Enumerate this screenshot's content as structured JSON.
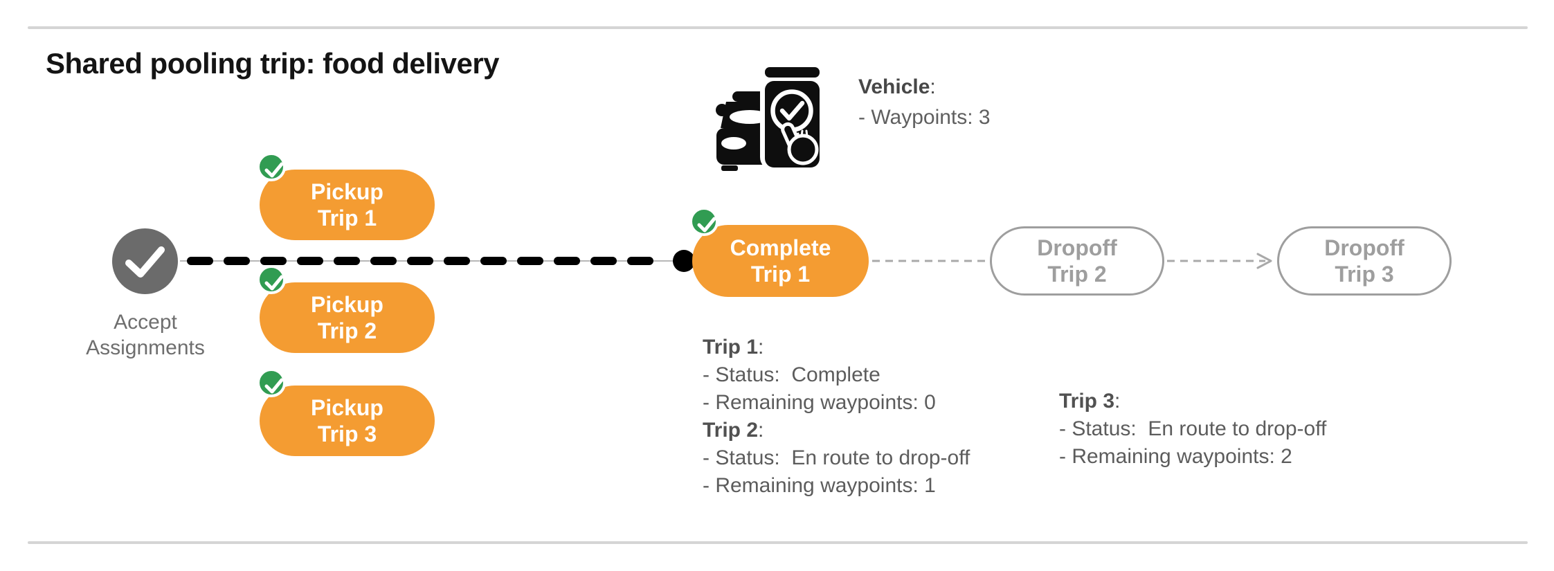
{
  "title": "Shared pooling trip: food delivery",
  "vehicle": {
    "label": "Vehicle",
    "colon": ":",
    "waypoints": "- Waypoints: 3"
  },
  "flow": {
    "start": {
      "line1": "Accept",
      "line2": "Assignments"
    },
    "pickups": [
      {
        "line1": "Pickup",
        "line2": "Trip 1"
      },
      {
        "line1": "Pickup",
        "line2": "Trip 2"
      },
      {
        "line1": "Pickup",
        "line2": "Trip 3"
      }
    ],
    "complete": {
      "line1": "Complete",
      "line2": "Trip 1"
    },
    "dropoffs": [
      {
        "line1": "Dropoff",
        "line2": "Trip 2"
      },
      {
        "line1": "Dropoff",
        "line2": "Trip 3"
      }
    ]
  },
  "status": {
    "left": [
      {
        "name": "Trip 1",
        "colon": ":",
        "status": "- Status:  Complete",
        "remaining": "- Remaining waypoints: 0"
      },
      {
        "name": "Trip 2",
        "colon": ":",
        "status": "- Status:  En route to drop-off",
        "remaining": "- Remaining waypoints: 1"
      }
    ],
    "right": [
      {
        "name": "Trip 3",
        "colon": ":",
        "status": "- Status:  En route to drop-off",
        "remaining": "- Remaining waypoints: 2"
      }
    ]
  },
  "colors": {
    "accent_orange": "#F49C32",
    "accent_green": "#319C52",
    "node_gray": "#6B6B6B",
    "outline_gray": "#9E9E9E",
    "text_gray": "#5C5C5C",
    "divider_gray": "#D5D5D5",
    "route_line_black": "#000000"
  }
}
